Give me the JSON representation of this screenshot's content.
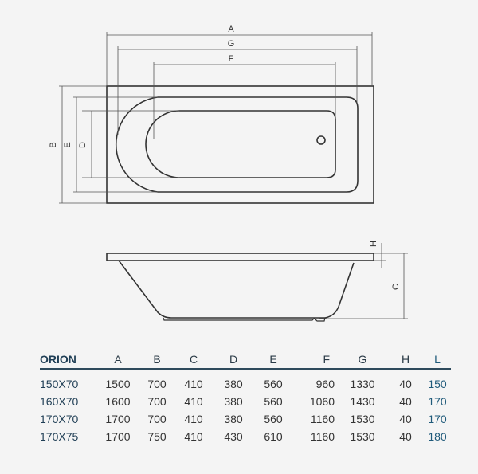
{
  "diagram": {
    "top_view_labels": [
      "A",
      "G",
      "F",
      "B",
      "E",
      "D"
    ],
    "side_view_labels": [
      "H",
      "C"
    ],
    "colors": {
      "line": "#333333",
      "background": "#f4f4f4",
      "header_rule": "#2e4a5c",
      "model_text": "#1f3e55"
    }
  },
  "table": {
    "title": "ORION",
    "columns": [
      "A",
      "B",
      "C",
      "D",
      "E",
      "F",
      "G",
      "H",
      "L"
    ],
    "rows": [
      {
        "model": "150X70",
        "values": [
          "1500",
          "700",
          "410",
          "380",
          "560",
          "960",
          "1330",
          "40",
          "150"
        ]
      },
      {
        "model": "160X70",
        "values": [
          "1600",
          "700",
          "410",
          "380",
          "560",
          "1060",
          "1430",
          "40",
          "170"
        ]
      },
      {
        "model": "170X70",
        "values": [
          "1700",
          "700",
          "410",
          "380",
          "560",
          "1160",
          "1530",
          "40",
          "170"
        ]
      },
      {
        "model": "170X75",
        "values": [
          "1700",
          "750",
          "410",
          "430",
          "610",
          "1160",
          "1530",
          "40",
          "180"
        ]
      }
    ]
  }
}
